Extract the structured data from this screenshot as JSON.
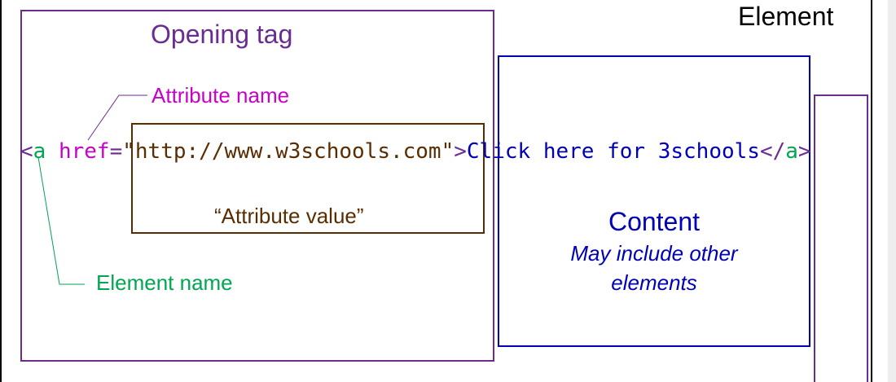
{
  "diagram": {
    "title": "Element",
    "labels": {
      "opening_tag": "Opening tag",
      "attribute_name": "Attribute name",
      "attribute_value": "“Attribute value”",
      "element_name": "Element name",
      "content_title": "Content",
      "content_note_line1": "May include other",
      "content_note_line2": "elements"
    },
    "code": {
      "open_bracket": "<",
      "element": "a",
      "attribute": " href",
      "equals": "=",
      "value": "\"http://www.w3schools.com\"",
      "close_bracket": ">",
      "content": "Click here for 3schools",
      "end_open": "</",
      "end_element": "a",
      "end_close": ">"
    },
    "colors": {
      "opening_tag": "#6a2c91",
      "attribute_name": "#c800c8",
      "attribute_value": "#5a2d00",
      "element_name": "#00a651",
      "content": "#0000b4",
      "outer": "#000000",
      "closing_tag": "#6a2c91"
    }
  }
}
